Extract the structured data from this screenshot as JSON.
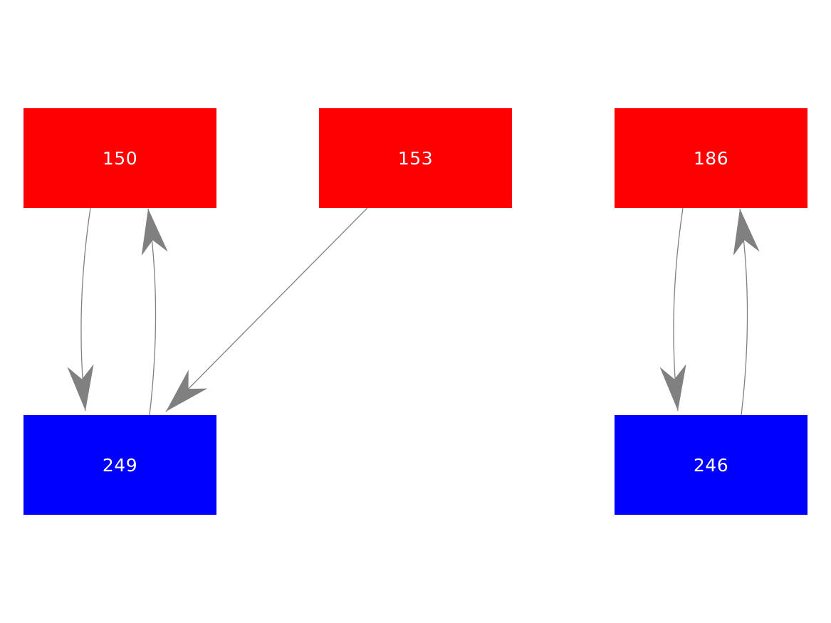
{
  "figure": {
    "type": "directed-graph-diagram",
    "background": "#ffffff"
  },
  "colors": {
    "top_row_node": "#ff0000",
    "bottom_row_node": "#0000ff",
    "edge": "#808080",
    "node_text": "#ffffff"
  },
  "nodes": [
    {
      "id": "150",
      "label": "150",
      "color": "#ff0000",
      "row": "top"
    },
    {
      "id": "153",
      "label": "153",
      "color": "#ff0000",
      "row": "top"
    },
    {
      "id": "186",
      "label": "186",
      "color": "#ff0000",
      "row": "top"
    },
    {
      "id": "249",
      "label": "249",
      "color": "#0000ff",
      "row": "bottom"
    },
    {
      "id": "246",
      "label": "246",
      "color": "#0000ff",
      "row": "bottom"
    }
  ],
  "edges": [
    {
      "from": "150",
      "to": "249",
      "style": "curved"
    },
    {
      "from": "249",
      "to": "150",
      "style": "curved"
    },
    {
      "from": "153",
      "to": "249",
      "style": "straight-diagonal"
    },
    {
      "from": "186",
      "to": "246",
      "style": "curved"
    },
    {
      "from": "246",
      "to": "186",
      "style": "curved"
    }
  ]
}
